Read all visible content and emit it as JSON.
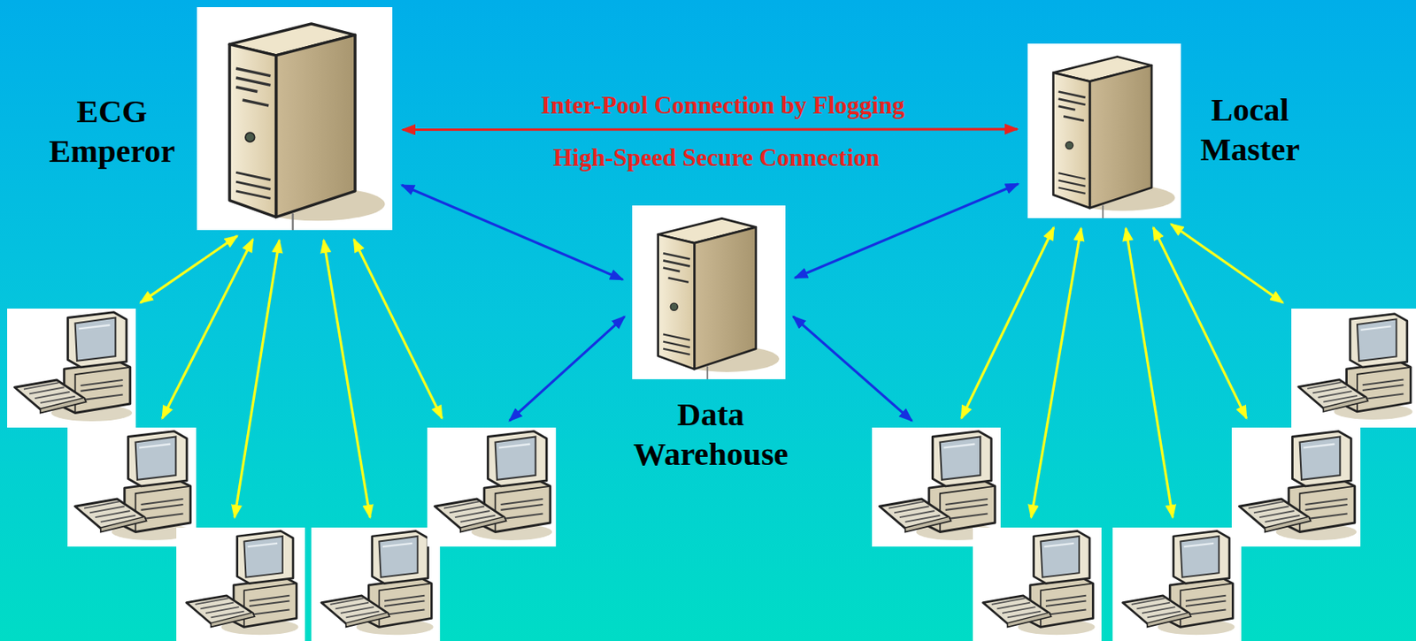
{
  "diagram": {
    "nodes": [
      {
        "text": [
          "ECG Emperor"
        ]
      },
      {
        "text": [
          "Local Master"
        ]
      },
      {
        "text": [
          "Data Warehouse"
        ]
      },
      {
        "text": []
      },
      {
        "text": []
      },
      {
        "text": []
      },
      {
        "text": []
      },
      {
        "text": []
      },
      {
        "text": []
      },
      {
        "text": []
      },
      {
        "text": []
      },
      {
        "text": []
      },
      {
        "text": []
      }
    ],
    "edges": [
      {
        "from": 0,
        "to": 1,
        "arrow": "both",
        "label": "Inter-Pool Connection by Flogging"
      },
      {
        "from": 0,
        "to": 2,
        "arrow": "both"
      },
      {
        "from": 1,
        "to": 2,
        "arrow": "both"
      },
      {
        "from": 2,
        "to": 7,
        "arrow": "both"
      },
      {
        "from": 2,
        "to": 8,
        "arrow": "both"
      },
      {
        "from": 0,
        "to": 3,
        "arrow": "both"
      },
      {
        "from": 0,
        "to": 4,
        "arrow": "both"
      },
      {
        "from": 0,
        "to": 5,
        "arrow": "both"
      },
      {
        "from": 0,
        "to": 6,
        "arrow": "both"
      },
      {
        "from": 0,
        "to": 7,
        "arrow": "both"
      },
      {
        "from": 1,
        "to": 8,
        "arrow": "both"
      },
      {
        "from": 1,
        "to": 9,
        "arrow": "both"
      },
      {
        "from": 1,
        "to": 10,
        "arrow": "both"
      },
      {
        "from": 1,
        "to": 11,
        "arrow": "both"
      },
      {
        "from": 1,
        "to": 12,
        "arrow": "both"
      }
    ],
    "labels": [
      "High-Speed Secure Connection"
    ]
  }
}
